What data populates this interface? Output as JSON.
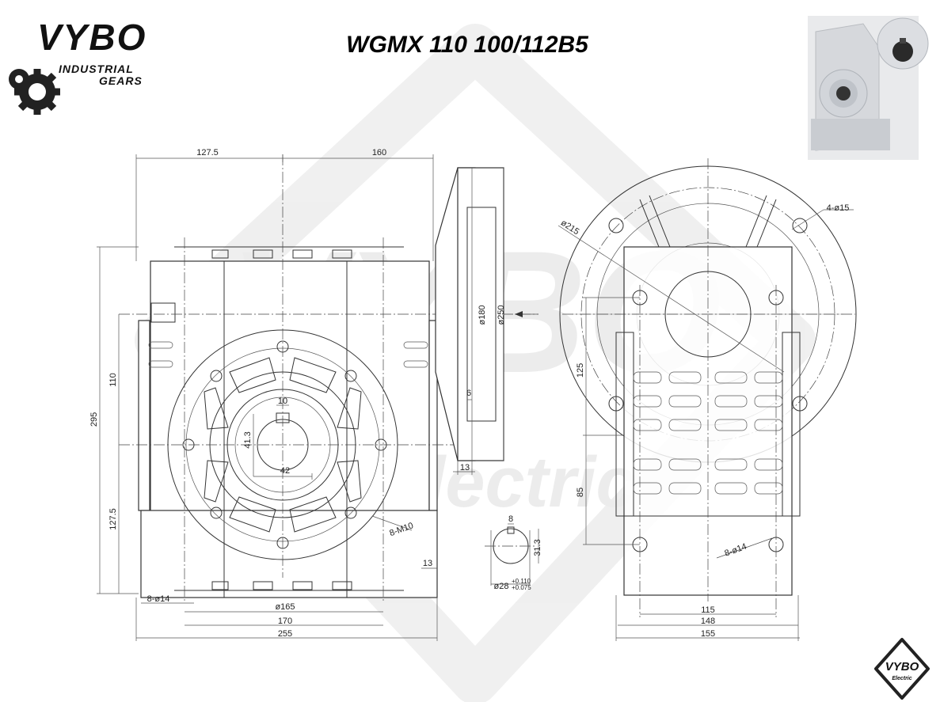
{
  "title": "WGMX 110 100/112B5",
  "logo": {
    "brand": "VYBO",
    "line1": "INDUSTRIAL",
    "line2": "GEARS",
    "badge_brand": "VYBO",
    "badge_sub": "Electric"
  },
  "watermark": {
    "brand": "VYBO",
    "sub": "Electric"
  },
  "dimensions": {
    "front": {
      "top_left": "127.5",
      "top_right": "160",
      "height_total": "295",
      "height_upper": "110",
      "height_lower": "127.5",
      "keyway_width": "10",
      "keyway_depth": "41.3",
      "bore": "42",
      "thread": "8-M10",
      "foot_holes": "8-ø14",
      "pitch_dia": "ø165",
      "width_170": "170",
      "width_255": "255",
      "foot_thick": "13"
    },
    "flange": {
      "dia_180": "ø180",
      "dia_250": "ø250",
      "spigot": "6",
      "thickness": "13"
    },
    "shaft": {
      "key": "8",
      "height": "31.3",
      "dia": "ø28",
      "tol_upper": "+0.110",
      "tol_lower": "+0.075"
    },
    "side": {
      "flange_holes": "4-ø15",
      "pcd": "ø215",
      "height_125": "125",
      "height_85": "85",
      "foot_holes": "8-ø14",
      "width_115": "115",
      "width_148": "148",
      "width_155": "155"
    }
  }
}
